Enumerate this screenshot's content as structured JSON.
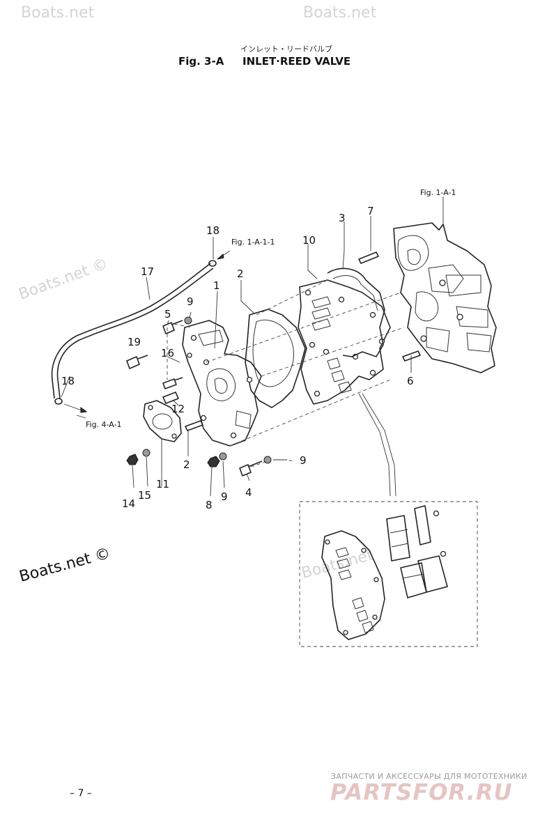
{
  "header": {
    "figure": "Fig. 3-A",
    "title": "INLET·REED VALVE",
    "japanese_title": "インレット・リードバルブ"
  },
  "references": {
    "crankcase": "Fig. 1-A-1",
    "hose_top": "Fig. 1-A-1-1",
    "hose_bottom": "Fig. 4-A-1"
  },
  "callouts": {
    "c1": "1",
    "c2": "2",
    "c2b": "2",
    "c3": "3",
    "c4": "4",
    "c5": "5",
    "c6": "6",
    "c7": "7",
    "c8": "8",
    "c9a": "9",
    "c9b": "9",
    "c9c": "9",
    "c10": "10",
    "c11": "11",
    "c12": "12",
    "c14": "14",
    "c15": "15",
    "c16": "16",
    "c17": "17",
    "c18a": "18",
    "c18b": "18",
    "c19": "19"
  },
  "watermarks": {
    "w1": "Boats.net",
    "w2": "Boats.net",
    "w3": "Boats.net ©",
    "w4": "Boats.net ©",
    "w5": "Boats.net"
  },
  "footer": {
    "page_number": "– 7 –",
    "shop_tagline": "ЗАПЧАСТИ И АКСЕССУАРЫ ДЛЯ МОТОТЕХНИКИ",
    "shop_logo": "PARTSFOR.RU"
  },
  "colors": {
    "line": "#222222",
    "watermark": "#d4d4d4",
    "logo": "#e7c4c4"
  }
}
